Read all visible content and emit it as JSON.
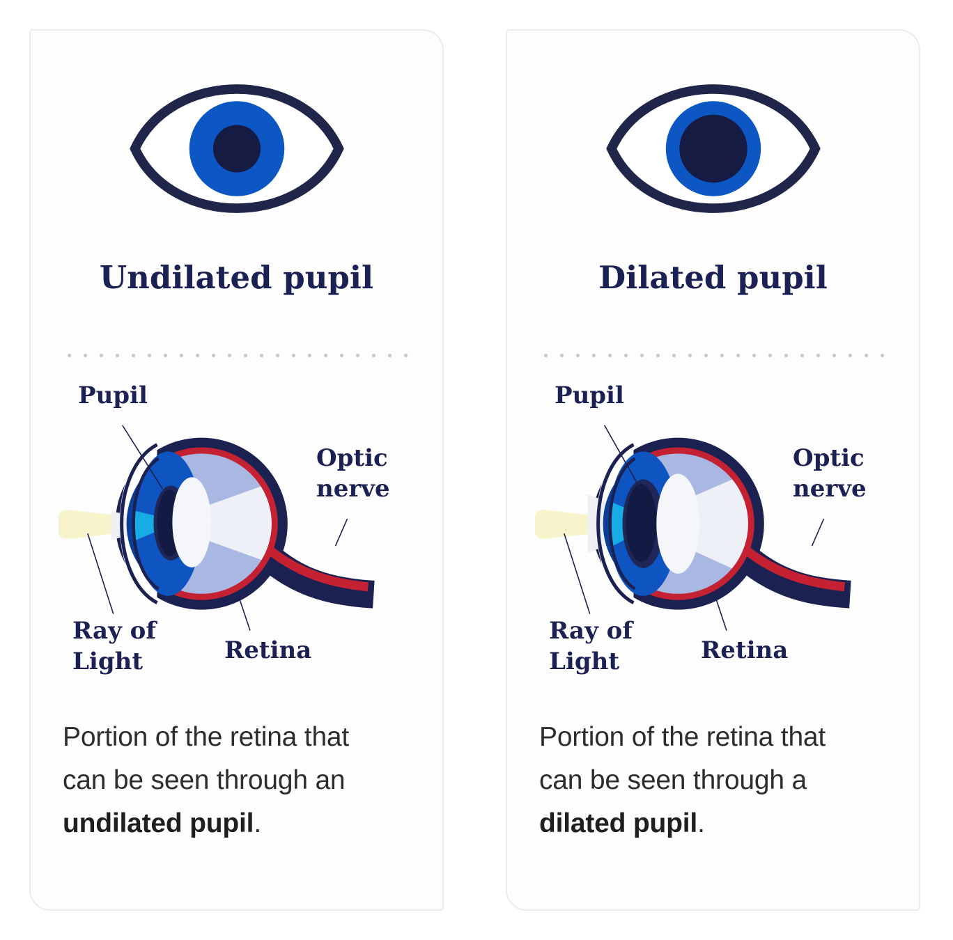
{
  "colors": {
    "navy": "#1b2150",
    "title_navy": "#1b2153",
    "icon_iris_blue": "#0d57c4",
    "diagram_iris_blue": "#0f55c2",
    "iris_deep_blue": "#0a3e99",
    "light_cyan": "#17ade4",
    "eye_interior_periwinkle": "#a9b8e2",
    "retina_red": "#c42133",
    "beam_yellow": "#f7f4cb",
    "light_cone": "#edf0f6",
    "lens_white": "#f4f6fa",
    "panel_border": "#ececec",
    "panel_background": "#fdfdfd",
    "divider_dot": "#c7c7c7",
    "body_text": "#2d2d2d"
  },
  "panels": [
    {
      "title": "Undilated pupil",
      "labels": {
        "pupil": "Pupil",
        "optic_line1": "Optic",
        "optic_line2": "nerve",
        "ray_line1": "Ray of",
        "ray_line2": "Light",
        "retina": "Retina"
      },
      "caption": {
        "line1": "Portion of the retina that",
        "line2": "can be seen through an",
        "bold": "undilated pupil",
        "suffix": "."
      }
    },
    {
      "title": "Dilated pupil",
      "labels": {
        "pupil": "Pupil",
        "optic_line1": "Optic",
        "optic_line2": "nerve",
        "ray_line1": "Ray of",
        "ray_line2": "Light",
        "retina": "Retina"
      },
      "caption": {
        "line1": "Portion of the retina that",
        "line2": "can be seen through a",
        "bold": "dilated pupil",
        "suffix": "."
      }
    }
  ]
}
